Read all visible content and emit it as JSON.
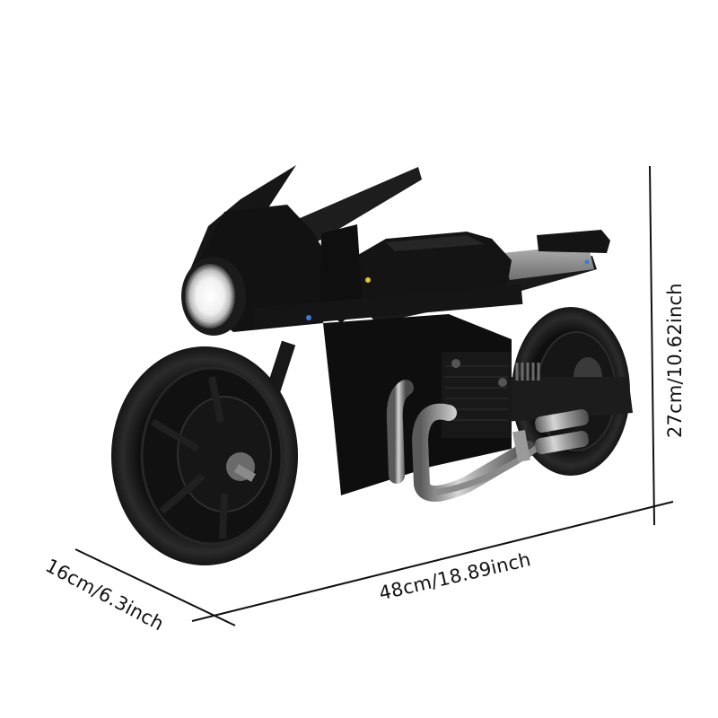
{
  "image": {
    "subject": "Black building-block superhero motorcycle model",
    "background_color": "#ffffff"
  },
  "dimensions": {
    "depth": {
      "label": "16cm/6.3inch",
      "cm": 16,
      "inch": 6.3
    },
    "length": {
      "label": "48cm/18.89inch",
      "cm": 48,
      "inch": 18.89
    },
    "height": {
      "label": "27cm/10.62inch",
      "cm": 27,
      "inch": 10.62
    }
  },
  "colors": {
    "body": "#121212",
    "body_highlight": "#2a2a2a",
    "tire": "#1a1a1a",
    "chrome": "#a8a8a8",
    "seat_panel": "#8c8c8c",
    "headlight": "#f4f4f4",
    "dimension_line": "#111111"
  }
}
